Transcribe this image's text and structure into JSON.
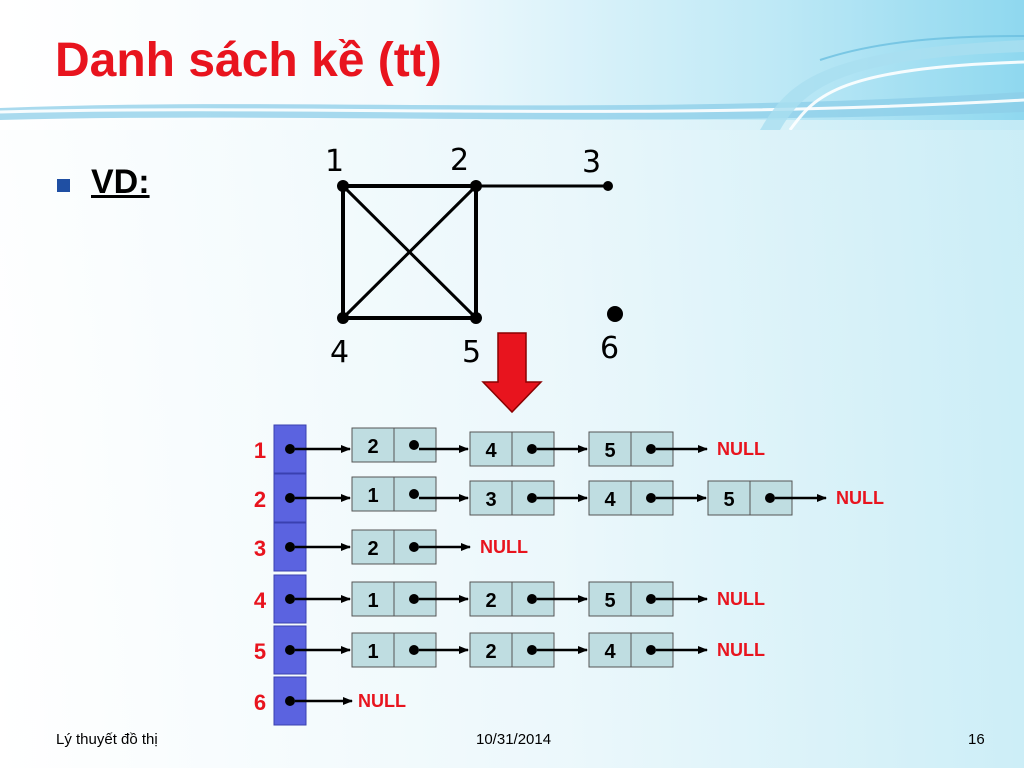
{
  "slide": {
    "title": "Danh sách kề (tt)",
    "bullet": "VD:"
  },
  "graph": {
    "vertices": [
      "1",
      "2",
      "3",
      "4",
      "5",
      "6"
    ],
    "edges": [
      [
        "1",
        "2"
      ],
      [
        "2",
        "3"
      ],
      [
        "1",
        "4"
      ],
      [
        "2",
        "5"
      ],
      [
        "4",
        "5"
      ],
      [
        "1",
        "5"
      ],
      [
        "2",
        "4"
      ]
    ]
  },
  "adjacency": {
    "null_label": "NULL",
    "rows": [
      {
        "head": "1",
        "nodes": [
          "2",
          "4",
          "5"
        ]
      },
      {
        "head": "2",
        "nodes": [
          "1",
          "3",
          "4",
          "5"
        ]
      },
      {
        "head": "3",
        "nodes": [
          "2"
        ]
      },
      {
        "head": "4",
        "nodes": [
          "1",
          "2",
          "5"
        ]
      },
      {
        "head": "5",
        "nodes": [
          "1",
          "2",
          "4"
        ]
      },
      {
        "head": "6",
        "nodes": []
      }
    ]
  },
  "colors": {
    "title": "#e8141e",
    "null_text": "#e8141e",
    "arrow_fill": "#e8141e",
    "head_cell": "#5b63e0",
    "node_fill": "#bfdde1",
    "bullet": "#1f4fa3"
  },
  "footer": {
    "left": "Lý thuyết đồ thị",
    "center": "10/31/2014",
    "right": "16"
  }
}
